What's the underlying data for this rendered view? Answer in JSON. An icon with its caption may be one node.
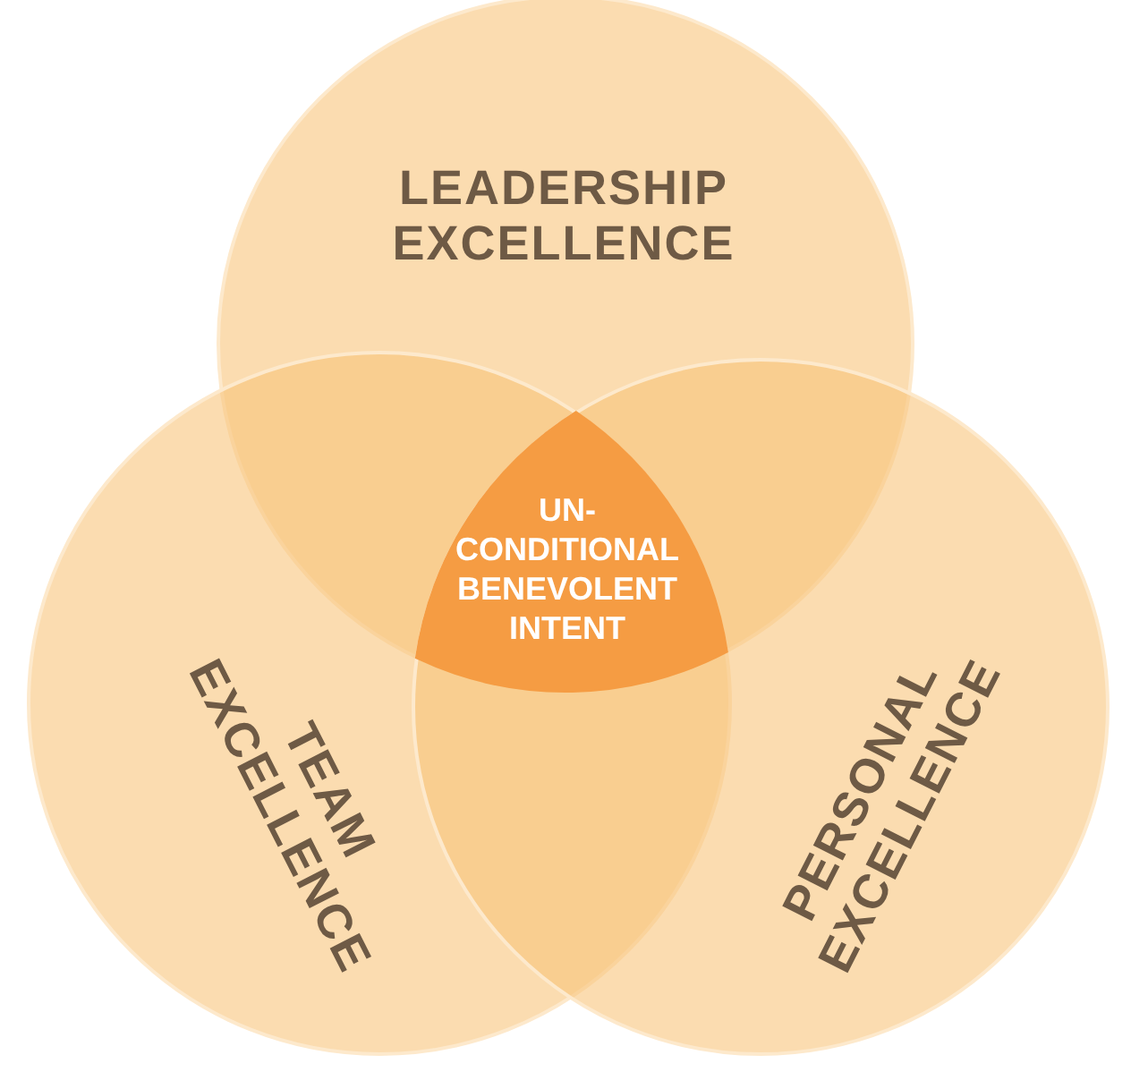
{
  "diagram": {
    "nodes": [
      {
        "text": [
          "LEADERSHIP EXCELLENCE"
        ]
      },
      {
        "text": [
          "TEAM EXCELLENCE"
        ]
      },
      {
        "text": [
          "PERSONAL EXCELLENCE"
        ]
      },
      {
        "text": [
          "UN- CONDITIONAL BENEVOLENT INTENT"
        ]
      }
    ]
  }
}
